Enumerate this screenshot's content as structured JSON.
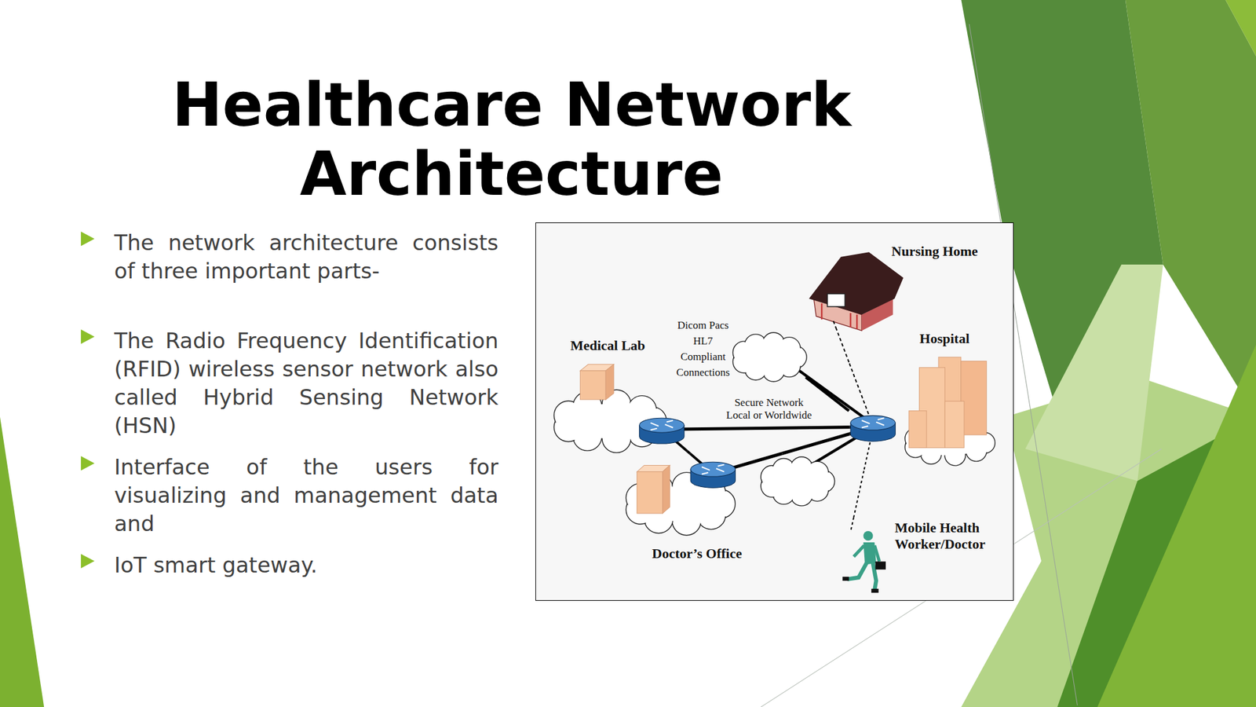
{
  "diagram": {
    "title": "Healthcare Network Architecture",
    "nodes": [
      {
        "text": [
          "Nursing Home"
        ]
      },
      {
        "text": [
          "Medical Lab"
        ]
      },
      {
        "text": [
          "Hospital"
        ]
      },
      {
        "text": [
          "Doctor’s Office"
        ]
      },
      {
        "text": [
          "Mobile Health Worker/Doctor"
        ]
      }
    ],
    "edges": [
      {
        "from": 1,
        "to": 2,
        "label": "Secure Network Local or Worldwide",
        "arrow": "none"
      },
      {
        "from": 1,
        "to": 3,
        "arrow": "none"
      },
      {
        "from": 3,
        "to": 2,
        "arrow": "none"
      },
      {
        "from": 0,
        "to": 2,
        "arrow": "none"
      },
      {
        "from": 4,
        "to": 2,
        "arrow": "none"
      }
    ],
    "labels": [
      "The network architecture consists of three important parts-",
      "The Radio Frequency Identification (RFID) wireless sensor network also called Hybrid Sensing Network (HSN)",
      "Interface of the users for visualizing and management data and",
      "IoT smart gateway.",
      "Dicom Pacs HL7 Compliant Connections"
    ]
  }
}
